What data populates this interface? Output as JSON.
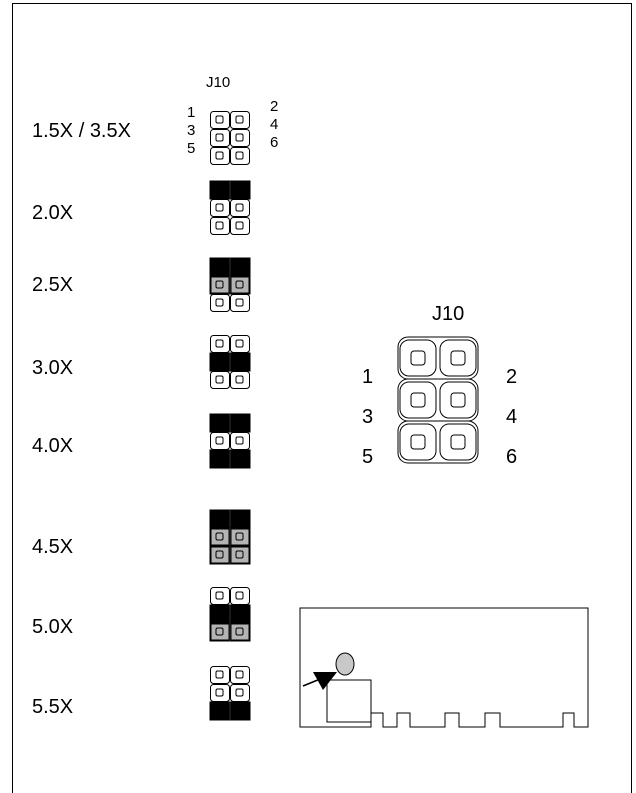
{
  "header_title": "J10",
  "small_pin_numbers": {
    "left": [
      "1",
      "3",
      "5"
    ],
    "right": [
      "2",
      "4",
      "6"
    ]
  },
  "rows": [
    {
      "label": "1.5X / 3.5X",
      "pins": [
        "open",
        "open",
        "open"
      ]
    },
    {
      "label": "2.0X",
      "pins": [
        "short",
        "open",
        "open"
      ]
    },
    {
      "label": "2.5X",
      "pins": [
        "short",
        "short",
        "open"
      ]
    },
    {
      "label": "3.0X",
      "pins": [
        "open",
        "short",
        "open"
      ]
    },
    {
      "label": "4.0X",
      "pins": [
        "short",
        "open",
        "short"
      ]
    },
    {
      "label": "4.5X",
      "pins": [
        "short",
        "short",
        "short"
      ]
    },
    {
      "label": "5.0X",
      "pins": [
        "open",
        "short",
        "short"
      ]
    },
    {
      "label": "5.5X",
      "pins": [
        "open",
        "open",
        "short"
      ]
    }
  ],
  "detail": {
    "title": "J10",
    "left_numbers": [
      "1",
      "3",
      "5"
    ],
    "right_numbers": [
      "2",
      "4",
      "6"
    ]
  },
  "colors": {
    "jumper_black": "#000000",
    "jumper_gray": "#b4b4b4",
    "line": "#000000",
    "ellipse": "#c8c8c8"
  }
}
